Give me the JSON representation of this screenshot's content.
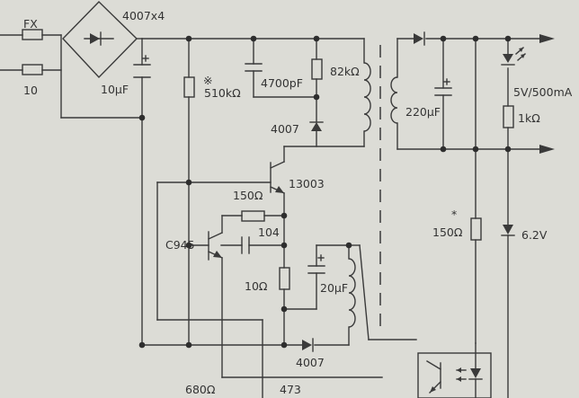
{
  "labels": {
    "fuse": "FX",
    "input_resistor": "10",
    "bridge": "4007x4",
    "c_input": "10μF",
    "r_start_mark": "※",
    "r_start": "510kΩ",
    "c_snubber": "4700pF",
    "r_snubber": "82kΩ",
    "d_snubber": "4007",
    "transistor_main": "13003",
    "r_base": "150Ω",
    "c_feedback": "104",
    "transistor_ctrl": "C945",
    "r_emitter": "10Ω",
    "c_aux": "20μF",
    "d_aux": "4007",
    "r_680": "680Ω",
    "c_473": "473",
    "c_output": "220μF",
    "led_rating": "5V/500mA",
    "r_led": "1kΩ",
    "r_sense_mark": "*",
    "r_sense": "150Ω",
    "zener": "6.2V"
  }
}
